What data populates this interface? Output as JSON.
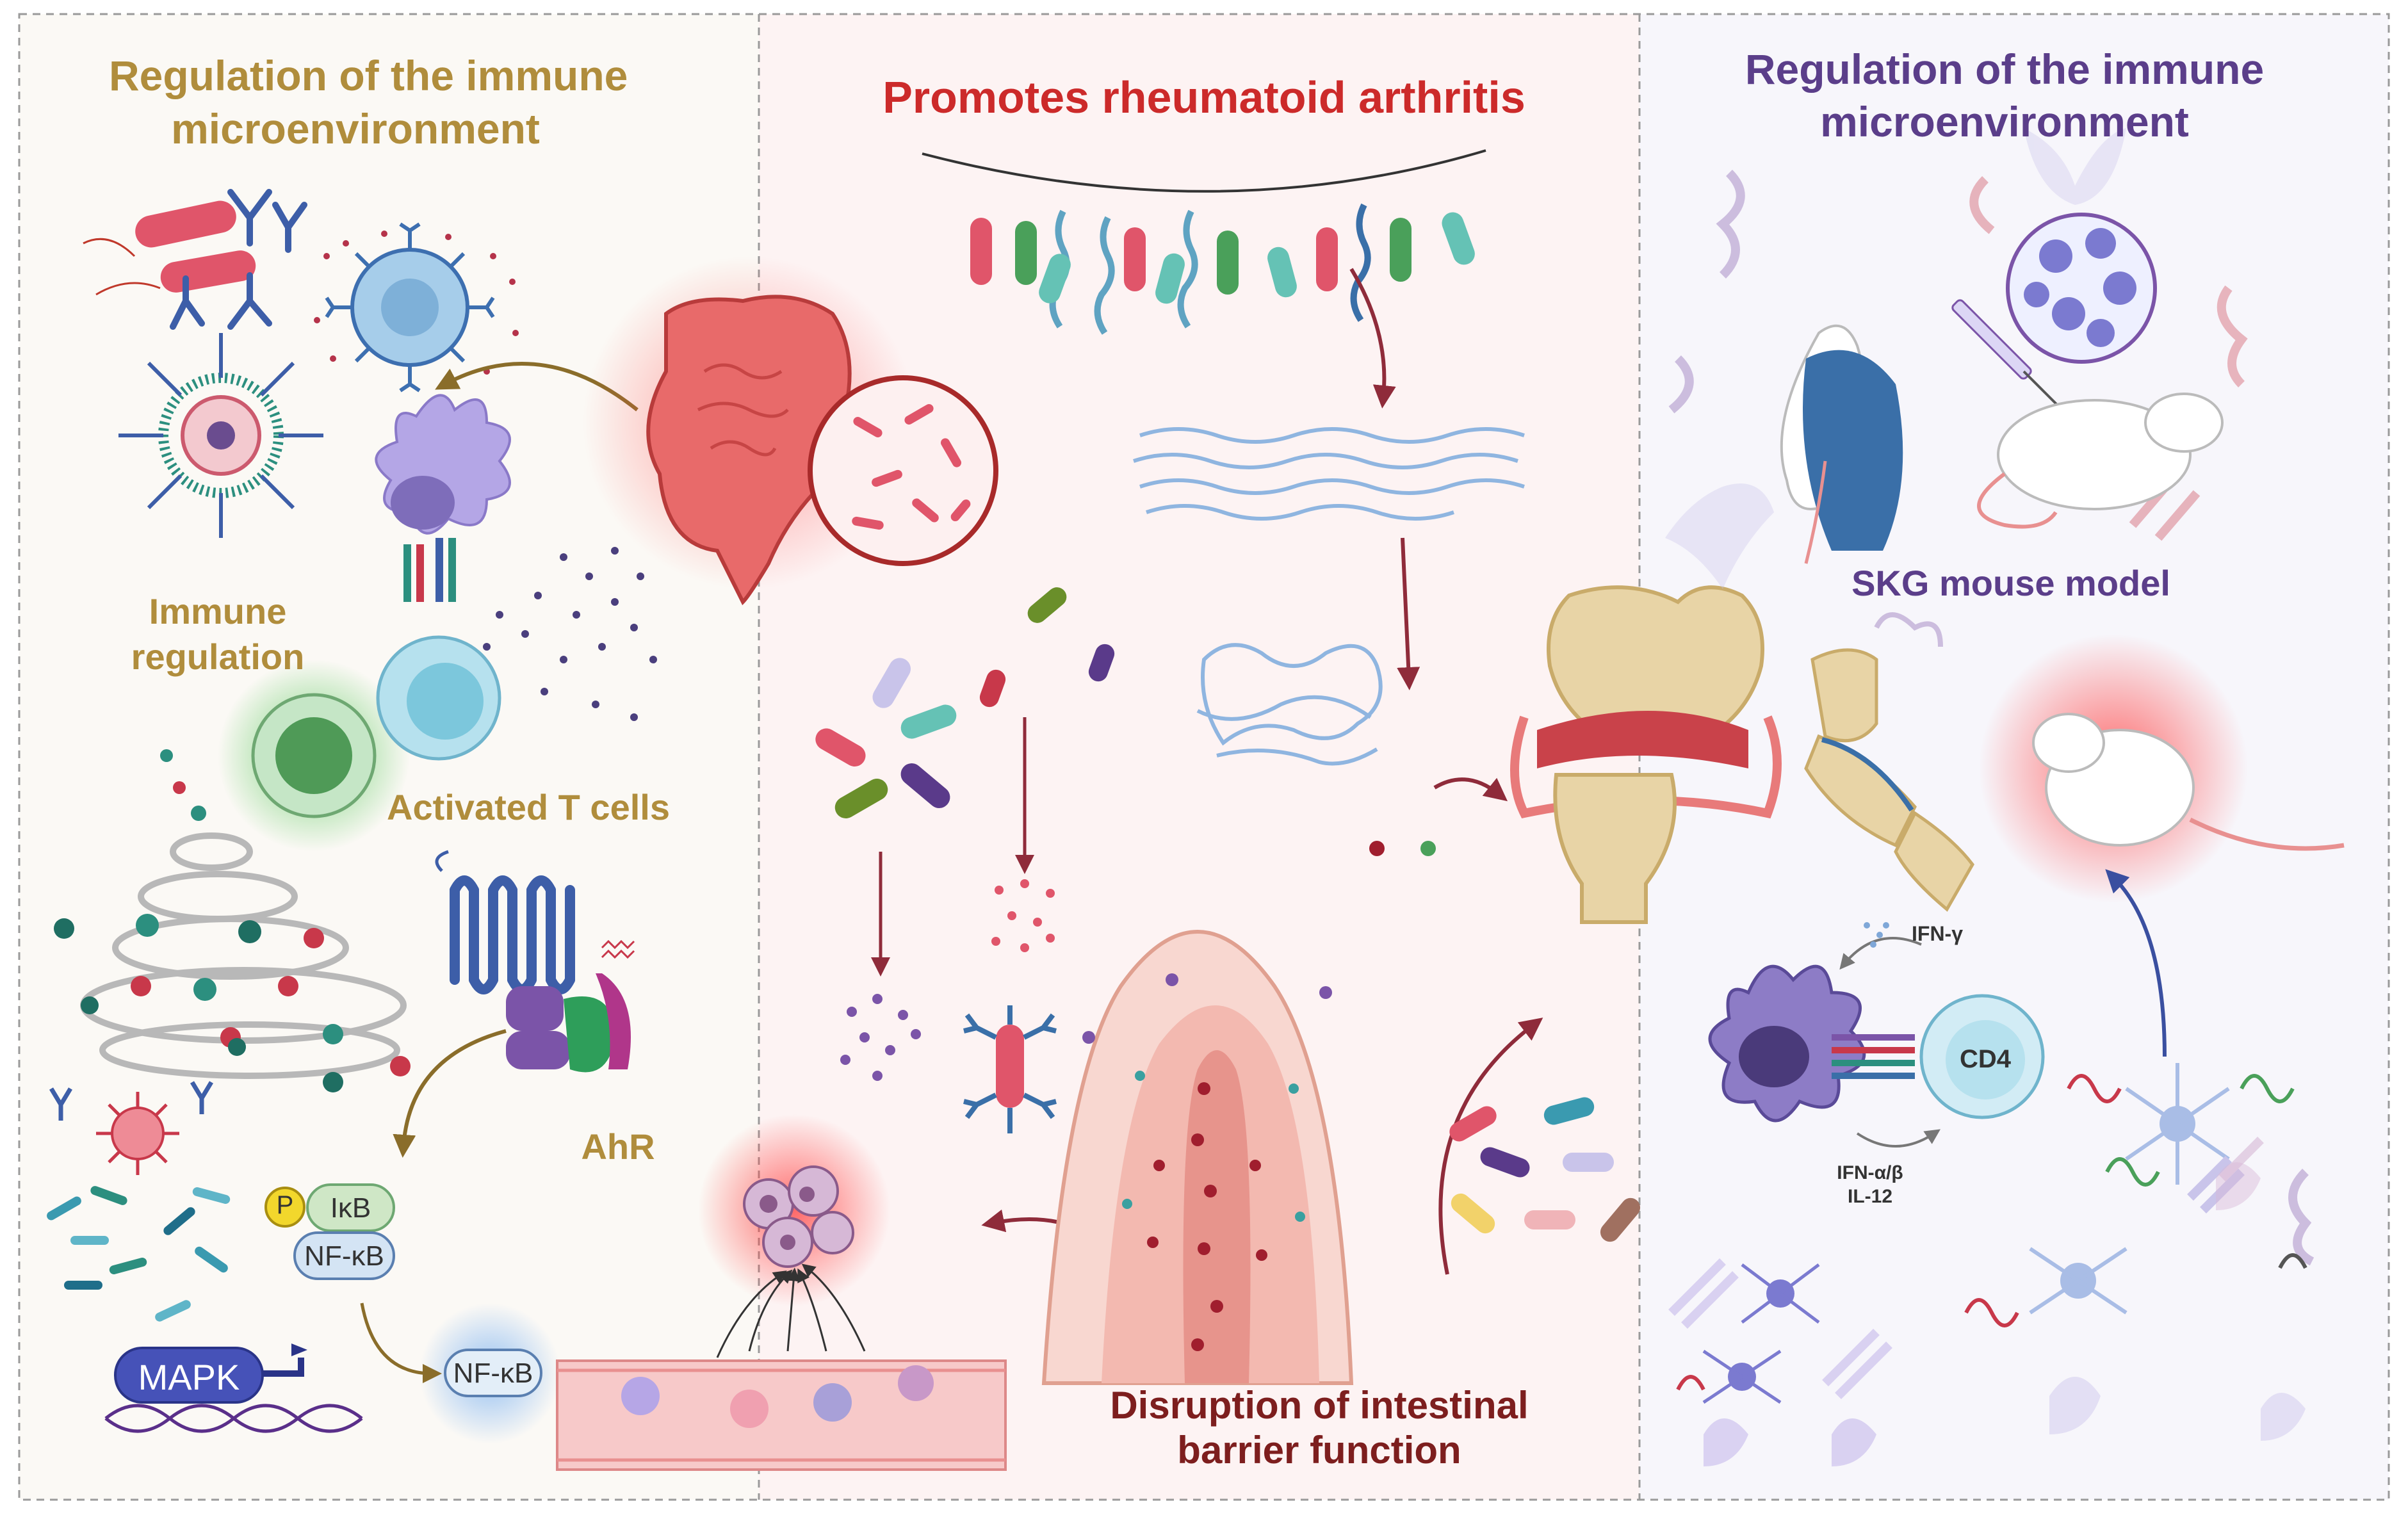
{
  "colors": {
    "left_title": "#b08d3c",
    "center_title": "#cc2a2a",
    "right_title": "#5b3e8a",
    "label_gold": "#b08d3c",
    "label_dark_red": "#7d1e1e",
    "right_label": "#5b3e8a",
    "panel_left_bg": "#fbf9f5",
    "panel_center_bg": "#fdf3f3",
    "panel_right_bg": "#f7f6fb"
  },
  "left_panel": {
    "title_line1": "Regulation of the immune",
    "title_line2": "microenvironment",
    "immune_regulation_line1": "Immune",
    "immune_regulation_line2": "regulation",
    "activated_t_cells": "Activated T cells",
    "ahr": "AhR",
    "p_label": "P",
    "ikb": "IκB",
    "nfkb_complex": "NF-κB",
    "nfkb_nuclear": "NF-κB",
    "mapk": "MAPK"
  },
  "center_panel": {
    "title": "Promotes rheumatoid arthritis",
    "barrier_line1": "Disruption of intestinal",
    "barrier_line2": "barrier function"
  },
  "right_panel": {
    "title_line1": "Regulation of the immune",
    "title_line2": "microenvironment",
    "skg_model": "SKG mouse model",
    "ifn_gamma": "IFN-γ",
    "cd4": "CD4",
    "ifn_ab": "IFN-α/β",
    "il12": "IL-12"
  }
}
